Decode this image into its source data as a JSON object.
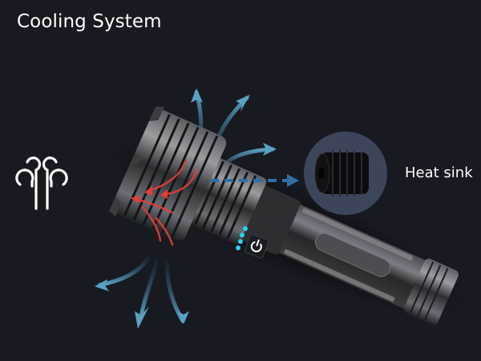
{
  "header": {
    "title": "Cooling System"
  },
  "callout": {
    "label": "Heat sink",
    "circle_color": "#3c465a"
  },
  "flashlight": {
    "battery_indicator_dots": 4,
    "battery_indicator_color": "#27d3ea",
    "power_button_icon": "power-icon"
  },
  "icons": {
    "airflow": "airflow-icon"
  },
  "colors": {
    "background": "#181a22",
    "cool_airflow": "#4f94b5",
    "heat_airflow": "#e43d3a",
    "dashed_arrow": "#2f6ea6",
    "text": "#ffffff"
  }
}
